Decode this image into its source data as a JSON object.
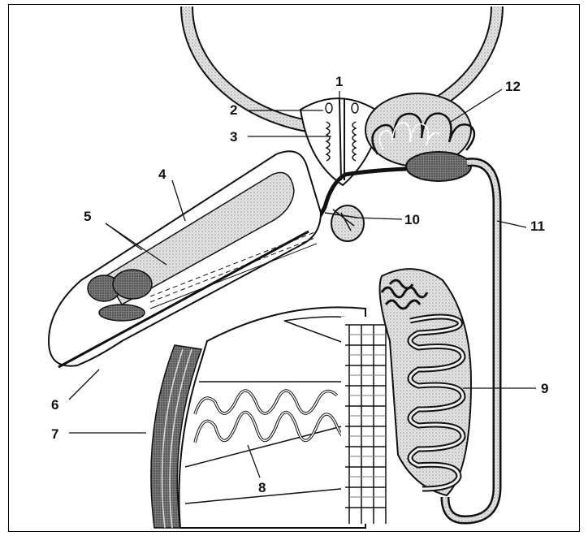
{
  "labels": [
    {
      "id": "1",
      "text": "1"
    },
    {
      "id": "2",
      "text": "2"
    },
    {
      "id": "3",
      "text": "3"
    },
    {
      "id": "4",
      "text": "4"
    },
    {
      "id": "5",
      "text": "5"
    },
    {
      "id": "6",
      "text": "6"
    },
    {
      "id": "7",
      "text": "7"
    },
    {
      "id": "8",
      "text": "8"
    },
    {
      "id": "9",
      "text": "9"
    },
    {
      "id": "10",
      "text": "10"
    },
    {
      "id": "11",
      "text": "11"
    },
    {
      "id": "12",
      "text": "12"
    }
  ],
  "colors": {
    "ink": "#111111",
    "stipple": "#c9c9c9",
    "dark_stipple": "#6b6b6b",
    "background": "#ffffff"
  }
}
